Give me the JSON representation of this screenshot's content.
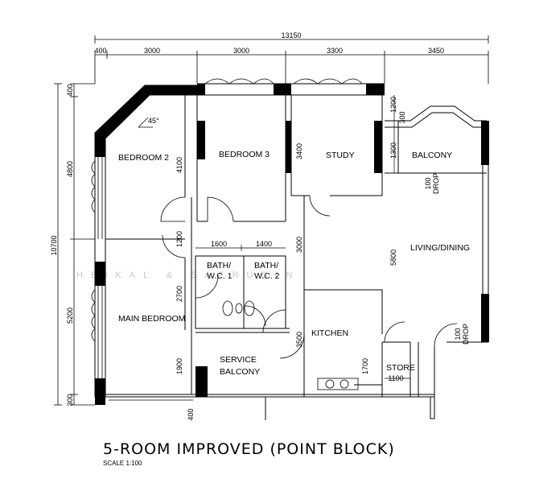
{
  "plan": {
    "title": "5-ROOM IMPROVED (POINT BLOCK)",
    "scale": "SCALE 1:100",
    "watermark": "HEIKAL & SAFRUDIN",
    "angle_label": "45°",
    "rooms": {
      "bedroom2": "BEDROOM 2",
      "bedroom3": "BEDROOM 3",
      "study": "STUDY",
      "balcony": "BALCONY",
      "living_dining": "LIVING/DINING",
      "main_bedroom": "MAIN BEDROOM",
      "bath1_a": "BATH/",
      "bath1_b": "W.C. 1",
      "bath2_a": "BATH/",
      "bath2_b": "W.C. 2",
      "kitchen": "KITCHEN",
      "service_balcony_a": "SERVICE",
      "service_balcony_b": "BALCONY",
      "store": "STORE"
    },
    "dims": {
      "total_width": "13150",
      "top": [
        "400",
        "3000",
        "3000",
        "3300",
        "3450"
      ],
      "total_height": "10700",
      "left": [
        "400",
        "4800",
        "5200",
        "300"
      ],
      "bed2_4100": "4100",
      "c1200": "1200",
      "c1600": "1600",
      "c1400": "1400",
      "c2700": "2700",
      "c1900": "1900",
      "bottom_400": "400",
      "c3400": "3400",
      "c3000": "3000",
      "c3500": "3500",
      "c1700": "1700",
      "c1100": "1100",
      "c1200r": "1200",
      "c300r": "300",
      "c1300r": "1300",
      "c5800": "5800",
      "drop_100a": "100",
      "drop_a": "DROP",
      "drop_100b": "100",
      "drop_b": "DROP"
    }
  }
}
